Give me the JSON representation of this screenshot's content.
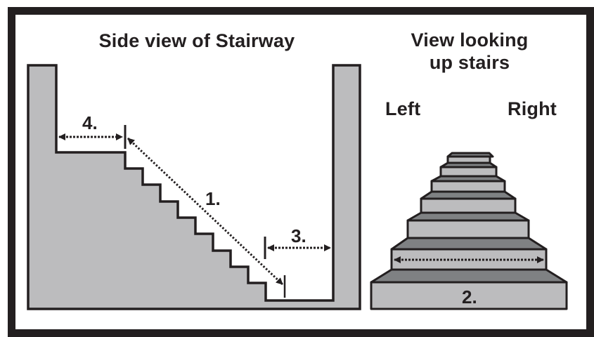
{
  "side_view": {
    "title": "Side view of Stairway",
    "labels": {
      "stair_length": "1.",
      "bottom_clearance": "3.",
      "top_landing": "4."
    }
  },
  "front_view": {
    "title_line1": "View looking",
    "title_line2": "up stairs",
    "left_label": "Left",
    "right_label": "Right",
    "labels": {
      "stair_width": "2."
    }
  },
  "colors": {
    "outline": "#231f20",
    "fill_light": "#bcbcbe",
    "fill_dark": "#7f8183",
    "background": "#ffffff"
  }
}
